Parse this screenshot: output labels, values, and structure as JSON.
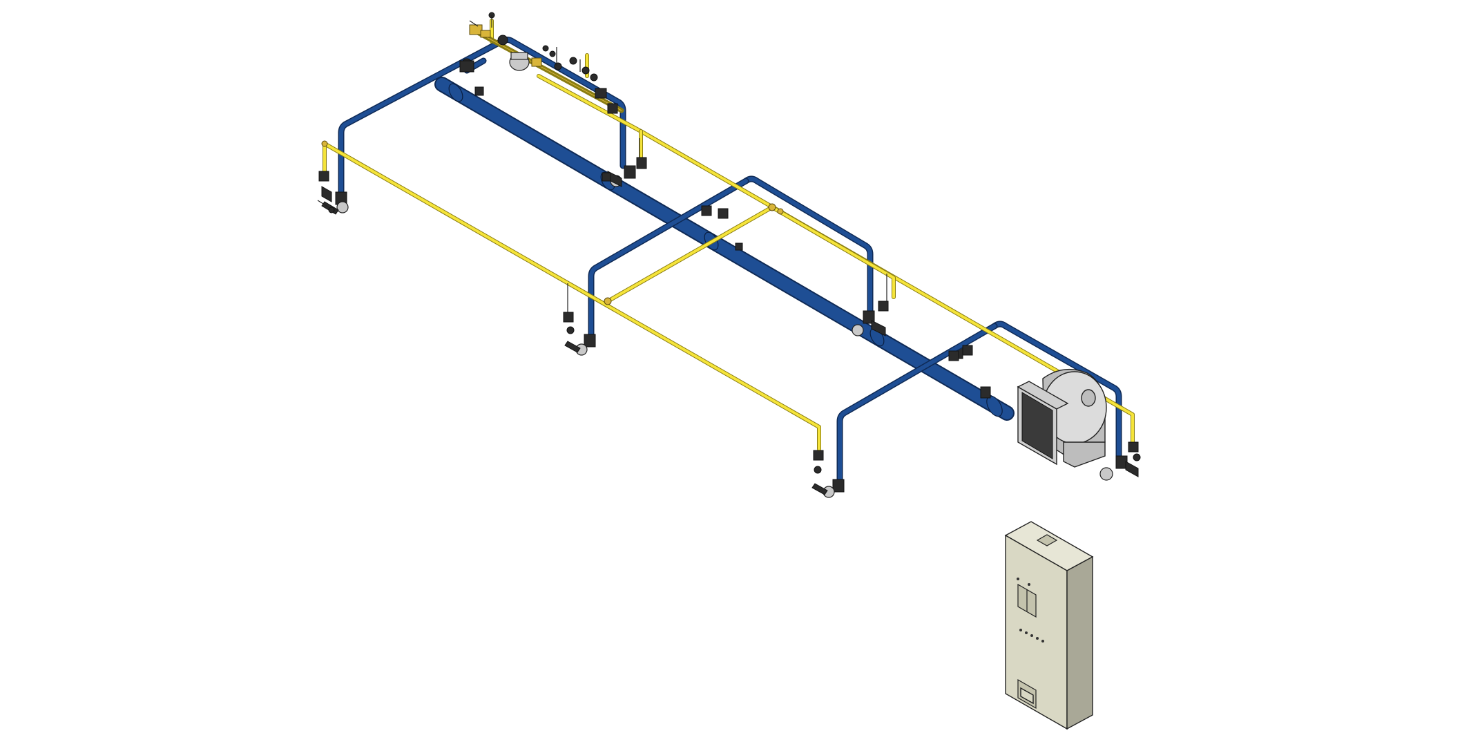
{
  "drawing": {
    "view": "isometric",
    "background": "#ffffff"
  },
  "colors": {
    "air_pipe": "#1e4e94",
    "gas_pipe": "#f5e43a",
    "fittings": "#2b2b2b",
    "cabinet": "#d9d8c4",
    "fan": "#dcdcdc"
  },
  "components": {
    "burner_stations": 6,
    "combustion_air_fan": 1,
    "control_cabinet": 1,
    "gas_valve_train": 1
  }
}
